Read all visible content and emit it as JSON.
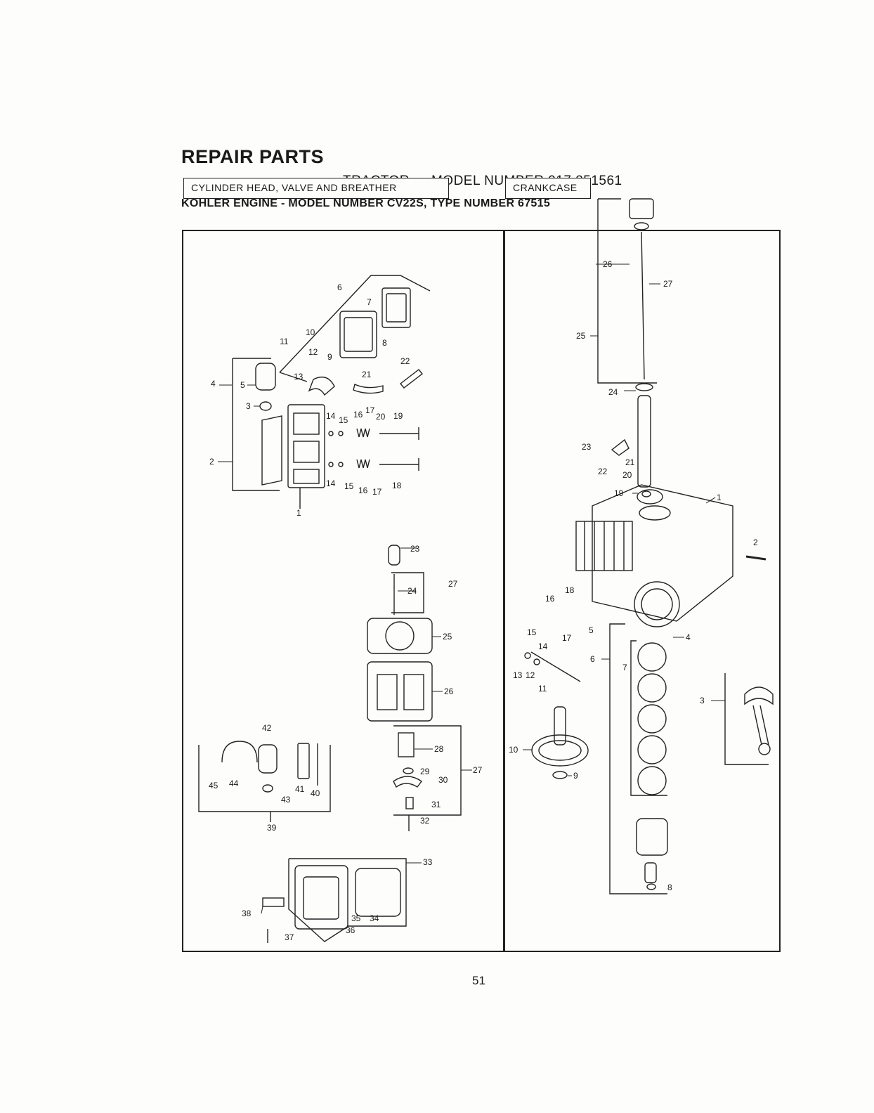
{
  "header": {
    "title": "REPAIR PARTS",
    "subtitle": "TRACTOR - - MODEL NUMBER 917.251561",
    "engine_line": "KOHLER ENGINE - MODEL NUMBER CV22S, TYPE NUMBER 67515"
  },
  "panels": {
    "left": {
      "label": "CYLINDER HEAD, VALVE AND BREATHER"
    },
    "right": {
      "label": "CRANKCASE"
    }
  },
  "left_callouts": [
    "1",
    "2",
    "3",
    "4",
    "5",
    "6",
    "7",
    "8",
    "9",
    "10",
    "11",
    "12",
    "13",
    "14",
    "15",
    "16",
    "17",
    "20",
    "19",
    "21",
    "22",
    "14",
    "15",
    "16",
    "17",
    "18",
    "23",
    "24",
    "27",
    "25",
    "26",
    "42",
    "28",
    "29",
    "30",
    "27",
    "31",
    "32",
    "45",
    "44",
    "43",
    "41",
    "40",
    "39",
    "33",
    "38",
    "35",
    "34",
    "36",
    "37"
  ],
  "right_callouts": [
    "26",
    "27",
    "25",
    "24",
    "23",
    "22",
    "21",
    "20",
    "19",
    "1",
    "2",
    "18",
    "16",
    "17",
    "15",
    "14",
    "13",
    "12",
    "11",
    "5",
    "4",
    "6",
    "7",
    "3",
    "10",
    "9",
    "8"
  ],
  "footer": {
    "page_number": "51"
  }
}
